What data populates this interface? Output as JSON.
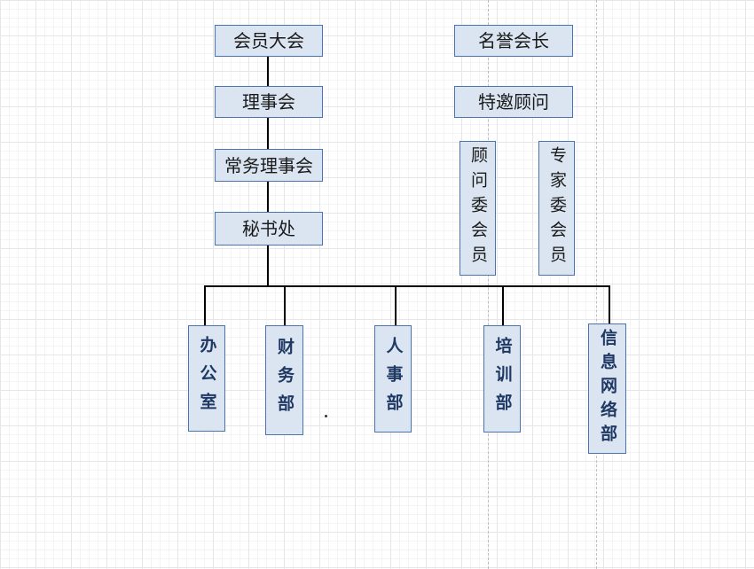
{
  "diagram": {
    "title": "organization-chart",
    "left_chain": [
      {
        "label": "会员大会"
      },
      {
        "label": "理事会"
      },
      {
        "label": "常务理事会"
      },
      {
        "label": "秘书处"
      }
    ],
    "departments": [
      {
        "label": "办公室"
      },
      {
        "label": "财务部"
      },
      {
        "label": "人事部"
      },
      {
        "label": "培训部"
      },
      {
        "label": "信息网络部"
      }
    ],
    "right_chain": [
      {
        "label": "名誉会长"
      },
      {
        "label": "特邀顾问"
      }
    ],
    "right_vertical": [
      {
        "label": "顾问委会员"
      },
      {
        "label": "专家委会员"
      }
    ]
  },
  "colors": {
    "box_fill": "#dbe5f1",
    "box_border": "#4a74b0",
    "text_black": "#1a1a1a",
    "text_navy": "#1f3864",
    "connector": "#000000",
    "pagebreak_dash": "#bfbfbf",
    "grid_major": "#e6e6e9",
    "grid_minor": "#f4f4f6"
  }
}
